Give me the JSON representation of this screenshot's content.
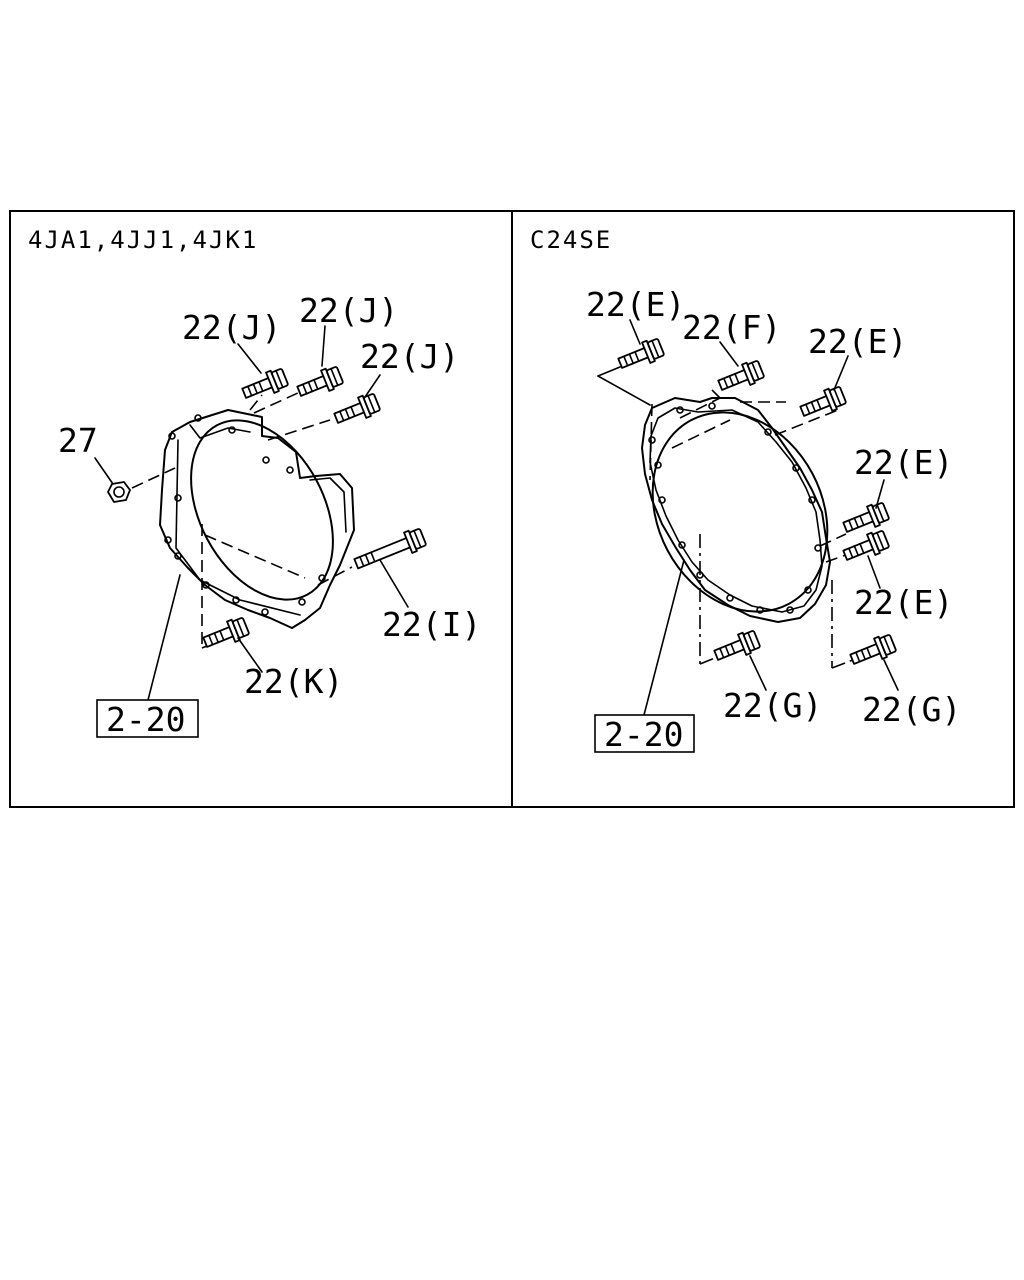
{
  "panels": {
    "left": {
      "header": "4JA1,4JJ1,4JK1",
      "ref_box": "2-20",
      "callouts": {
        "bolt_j1": "22(J)",
        "bolt_j2": "22(J)",
        "bolt_j3": "22(J)",
        "nut_27": "27",
        "bolt_i": "22(I)",
        "bolt_k": "22(K)"
      }
    },
    "right": {
      "header": "C24SE",
      "ref_box": "2-20",
      "callouts": {
        "bolt_e1": "22(E)",
        "bolt_f": "22(F)",
        "bolt_e2": "22(E)",
        "bolt_e3": "22(E)",
        "bolt_e4": "22(E)",
        "bolt_g1": "22(G)",
        "bolt_g2": "22(G)"
      }
    }
  }
}
